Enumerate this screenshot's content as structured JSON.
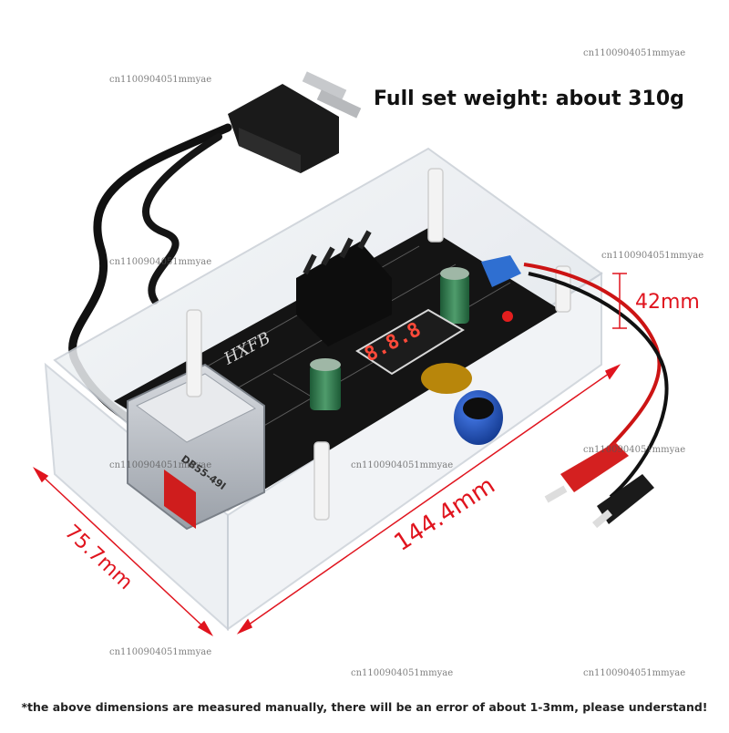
{
  "headline": "Full set weight: about 310g",
  "footnote": "*the above dimensions are measured manually, there will be an error of about 1-3mm, please understand!",
  "dimensions": {
    "length": "144.4mm",
    "width": "75.7mm",
    "height": "42mm"
  },
  "pcb": {
    "brand": "HXFB",
    "display_digits": "8.8.8",
    "transformer_model": "DB55-49I"
  },
  "watermark": "cn1100904051mmyae",
  "colors": {
    "dimension_red": "#e0141e",
    "pcb_black": "#141414",
    "knob_blue": "#1f56c8",
    "clip_red": "#d42020"
  }
}
